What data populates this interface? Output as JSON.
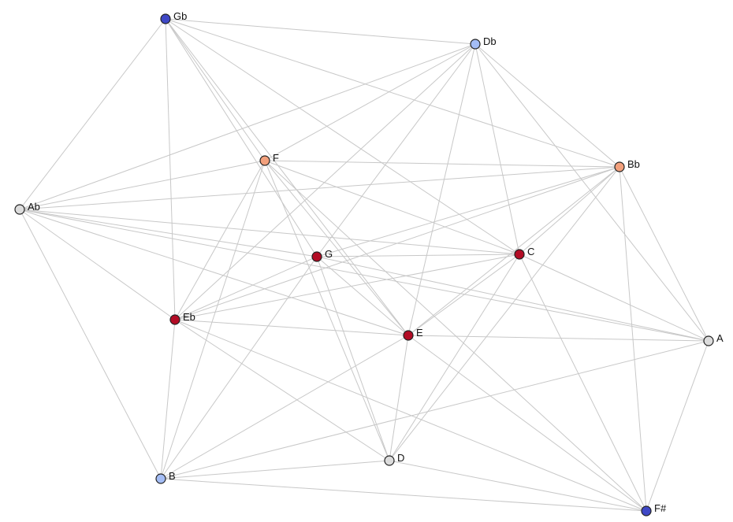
{
  "graph": {
    "nodes": [
      {
        "id": "Gb",
        "label": "Gb",
        "color": "#3f48c6"
      },
      {
        "id": "Db",
        "label": "Db",
        "color": "#a4bdf5"
      },
      {
        "id": "F",
        "label": "F",
        "color": "#f2a07c"
      },
      {
        "id": "Bb",
        "label": "Bb",
        "color": "#f2a07c"
      },
      {
        "id": "Ab",
        "label": "Ab",
        "color": "#dcdcdc"
      },
      {
        "id": "G",
        "label": "G",
        "color": "#b30c25"
      },
      {
        "id": "C",
        "label": "C",
        "color": "#b30c25"
      },
      {
        "id": "Eb",
        "label": "Eb",
        "color": "#b30c25"
      },
      {
        "id": "E",
        "label": "E",
        "color": "#b30c25"
      },
      {
        "id": "A",
        "label": "A",
        "color": "#dcdcdc"
      },
      {
        "id": "D",
        "label": "D",
        "color": "#dcdcdc"
      },
      {
        "id": "B",
        "label": "B",
        "color": "#a4bdf5"
      },
      {
        "id": "F#",
        "label": "F#",
        "color": "#3f48c6"
      }
    ],
    "edges": [
      [
        "Gb",
        "Db"
      ],
      [
        "Gb",
        "Bb"
      ],
      [
        "Gb",
        "Ab"
      ],
      [
        "Gb",
        "F"
      ],
      [
        "Gb",
        "G"
      ],
      [
        "Gb",
        "C"
      ],
      [
        "Gb",
        "Eb"
      ],
      [
        "Gb",
        "E"
      ],
      [
        "Db",
        "Ab"
      ],
      [
        "Db",
        "F"
      ],
      [
        "Db",
        "Bb"
      ],
      [
        "Db",
        "G"
      ],
      [
        "Db",
        "C"
      ],
      [
        "Db",
        "Eb"
      ],
      [
        "Db",
        "E"
      ],
      [
        "Db",
        "A"
      ],
      [
        "F",
        "Bb"
      ],
      [
        "F",
        "Ab"
      ],
      [
        "F",
        "C"
      ],
      [
        "F",
        "Eb"
      ],
      [
        "F",
        "E"
      ],
      [
        "F",
        "D"
      ],
      [
        "F",
        "B"
      ],
      [
        "F",
        "F#"
      ],
      [
        "Bb",
        "Ab"
      ],
      [
        "Bb",
        "G"
      ],
      [
        "Bb",
        "C"
      ],
      [
        "Bb",
        "Eb"
      ],
      [
        "Bb",
        "E"
      ],
      [
        "Bb",
        "A"
      ],
      [
        "Bb",
        "D"
      ],
      [
        "Bb",
        "F#"
      ],
      [
        "Ab",
        "G"
      ],
      [
        "Ab",
        "C"
      ],
      [
        "Ab",
        "Eb"
      ],
      [
        "Ab",
        "E"
      ],
      [
        "Ab",
        "A"
      ],
      [
        "Ab",
        "B"
      ],
      [
        "G",
        "C"
      ],
      [
        "G",
        "Eb"
      ],
      [
        "G",
        "E"
      ],
      [
        "G",
        "A"
      ],
      [
        "G",
        "D"
      ],
      [
        "G",
        "B"
      ],
      [
        "C",
        "Eb"
      ],
      [
        "C",
        "E"
      ],
      [
        "C",
        "A"
      ],
      [
        "C",
        "D"
      ],
      [
        "C",
        "F#"
      ],
      [
        "Eb",
        "E"
      ],
      [
        "Eb",
        "D"
      ],
      [
        "Eb",
        "B"
      ],
      [
        "Eb",
        "F#"
      ],
      [
        "E",
        "A"
      ],
      [
        "E",
        "D"
      ],
      [
        "E",
        "B"
      ],
      [
        "E",
        "F#"
      ],
      [
        "A",
        "B"
      ],
      [
        "A",
        "F#"
      ],
      [
        "D",
        "B"
      ],
      [
        "D",
        "F#"
      ],
      [
        "B",
        "F#"
      ]
    ]
  }
}
